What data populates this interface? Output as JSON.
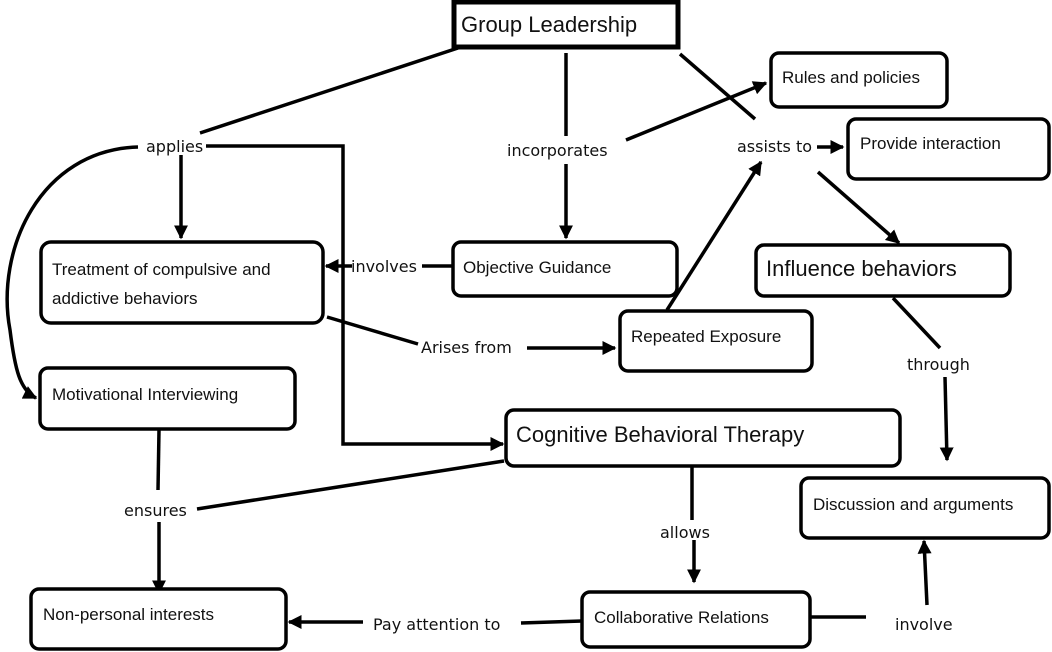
{
  "diagram": {
    "title": "Group Leadership",
    "colors": {
      "stroke": "#000000",
      "background": "#ffffff",
      "text": "#111111"
    },
    "nodes": {
      "group_leadership": "Group Leadership",
      "rules_policies": "Rules and policies",
      "provide_interaction": "Provide interaction",
      "treatment_line1": "Treatment of compulsive and",
      "treatment_line2": "addictive behaviors",
      "objective_guidance": "Objective Guidance",
      "influence_behaviors": "Influence behaviors",
      "repeated_exposure": "Repeated Exposure",
      "motivational_interviewing": "Motivational Interviewing",
      "cbt": "Cognitive Behavioral Therapy",
      "discussion_arguments": "Discussion and arguments",
      "non_personal_interests": "Non-personal interests",
      "collaborative_relations": "Collaborative Relations"
    },
    "links": {
      "applies": "applies",
      "incorporates": "incorporates",
      "assists_to": "assists to",
      "involves": "involves",
      "arises_from": "Arises from",
      "through": "through",
      "ensures": "ensures",
      "allows": "allows",
      "pay_attention_to": "Pay attention to",
      "involve": "involve"
    }
  }
}
